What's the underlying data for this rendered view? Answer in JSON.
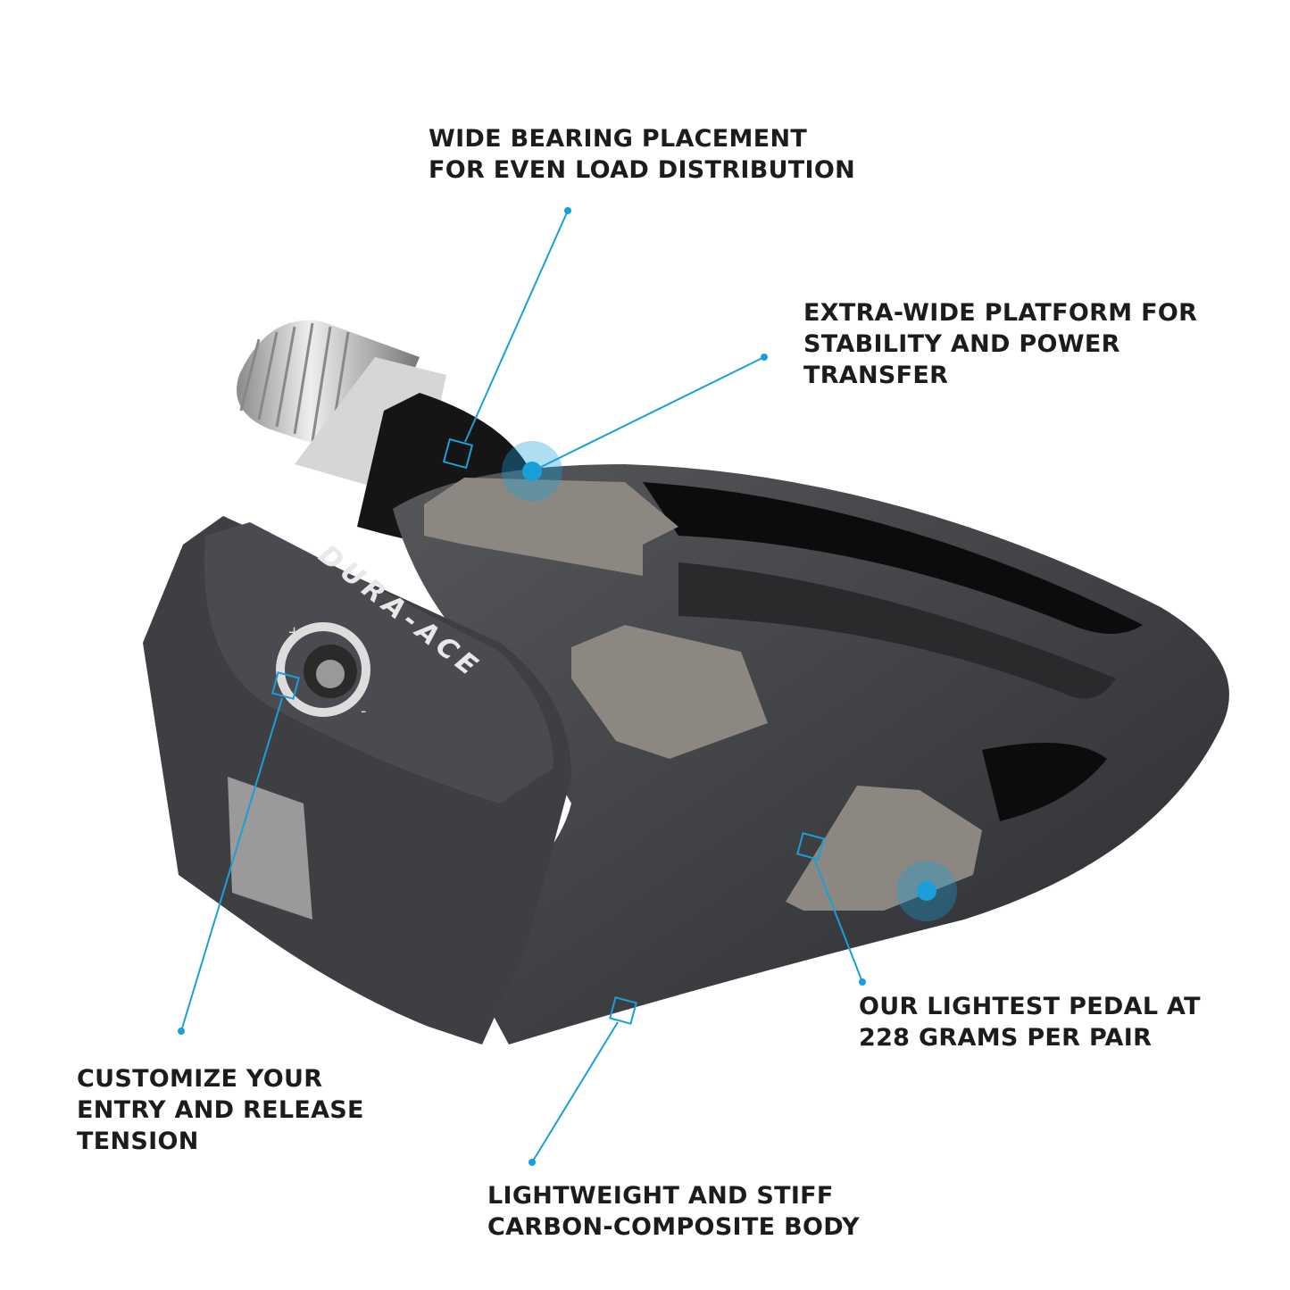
{
  "colors": {
    "accent": "#1a9fd8",
    "text": "#1c1c1c",
    "body": "#3b3c3f",
    "plate": "#8c8781",
    "spindle": "#c9c9c9"
  },
  "product_logo": {
    "brand_text": "DURA-ACE",
    "tension_plus": "+",
    "tension_minus": "-"
  },
  "callouts": [
    {
      "id": "bearing",
      "lines": [
        "WIDE BEARING PLACEMENT",
        "FOR EVEN LOAD DISTRIBUTION"
      ]
    },
    {
      "id": "platform",
      "lines": [
        "EXTRA-WIDE PLATFORM FOR",
        "STABILITY AND POWER",
        "TRANSFER"
      ]
    },
    {
      "id": "weight",
      "lines": [
        "OUR LIGHTEST PEDAL AT",
        "228 GRAMS PER PAIR"
      ]
    },
    {
      "id": "tension",
      "lines": [
        "CUSTOMIZE YOUR",
        "ENTRY AND RELEASE",
        "TENSION"
      ]
    },
    {
      "id": "body",
      "lines": [
        "LIGHTWEIGHT AND STIFF",
        "CARBON-COMPOSITE BODY"
      ]
    }
  ]
}
